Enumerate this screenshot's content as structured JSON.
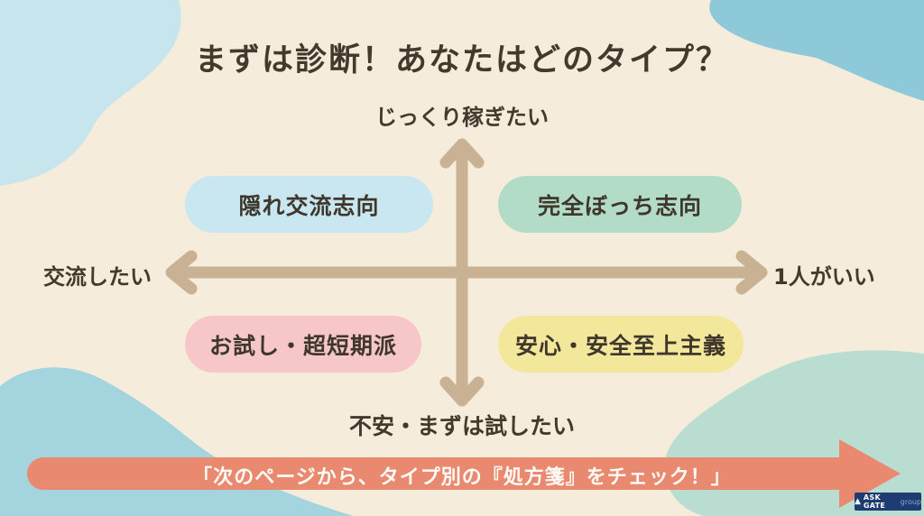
{
  "page": {
    "title": "まずは診断！あなたはどのタイプ？"
  },
  "quadrant": {
    "axis": {
      "top": "じっくり稼ぎたい",
      "bottom": "不安・まずは試したい",
      "left": "交流したい",
      "right": "1人がいい"
    },
    "quadrants": [
      {
        "position": "top-left",
        "label": "隠れ交流志向",
        "color": "#c9e7f0"
      },
      {
        "position": "top-right",
        "label": "完全ぼっち志向",
        "color": "#b2dcc8"
      },
      {
        "position": "bottom-left",
        "label": "お試し・超短期派",
        "color": "#f6c6c8"
      },
      {
        "position": "bottom-right",
        "label": "安心・安全至上主義",
        "color": "#f3e79c"
      }
    ]
  },
  "banner": {
    "text": "「次のページから、タイプ別の『処方箋』をチェック！」"
  },
  "logo": {
    "brand": "ASK GATE",
    "suffix": "group",
    "icon": "askgate-triangle-icon"
  },
  "colors": {
    "bg": "#f5ecdc",
    "ink": "#43392d",
    "axis": "#c9b294",
    "banner": "#e98a70",
    "banner_text": "#fdfbf6",
    "blob_top_left": "#c6e5ec",
    "blob_top_right": "#8ec9da",
    "blob_bottom_left": "#a4d4dd",
    "blob_bottom_right": "#b9ddd0",
    "logo": "#1d3c72"
  }
}
